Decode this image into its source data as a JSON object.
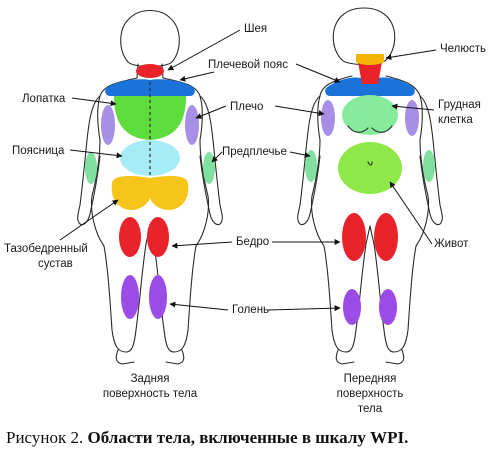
{
  "colors": {
    "neck": "#e8232a",
    "jaw": "#f4b400",
    "shoulder_girdle": "#1a73d9",
    "scapula": "#5ddc3c",
    "shoulder": "#a78fe6",
    "forearm": "#7fe0a0",
    "lumbar": "#a6ecf7",
    "hip": "#f6c51a",
    "thigh": "#e8232a",
    "shin": "#9b4be6",
    "chest": "#86ec9c",
    "abdomen": "#8fe84a",
    "line": "#2b2b2b"
  },
  "labels": {
    "neck": "Шея",
    "jaw": "Челюсть",
    "shoulder_girdle": "Плечевой пояс",
    "scapula": "Лопатка",
    "shoulder": "Плечо",
    "chest_1": "Грудная",
    "chest_2": "клетка",
    "lumbar": "Поясница",
    "forearm": "Предплечье",
    "hip_joint_1": "Тазобедренный",
    "hip_joint_2": "сустав",
    "thigh": "Бедро",
    "abdomen": "Живот",
    "shin": "Голень"
  },
  "figures": {
    "back_1": "Задняя",
    "back_2": "поверхность тела",
    "front_1": "Передняя",
    "front_2": "поверхность",
    "front_3": "тела"
  },
  "caption": {
    "prefix": "Рисунок 2. ",
    "title": "Области тела, включенные в шкалу WPI."
  }
}
